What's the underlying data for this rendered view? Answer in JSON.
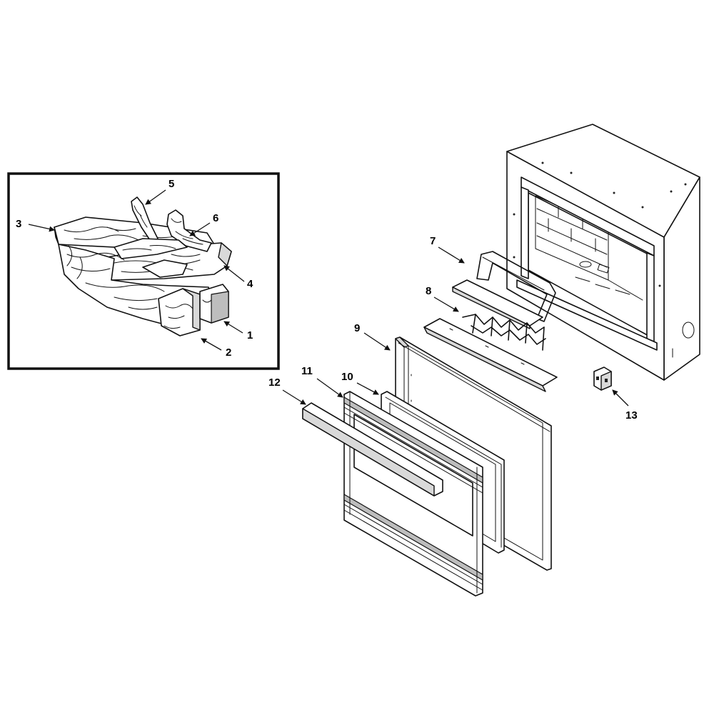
{
  "diagram": {
    "callouts": [
      {
        "id": "1",
        "label": "1"
      },
      {
        "id": "2",
        "label": "2"
      },
      {
        "id": "3",
        "label": "3"
      },
      {
        "id": "4",
        "label": "4"
      },
      {
        "id": "5",
        "label": "5"
      },
      {
        "id": "6",
        "label": "6"
      },
      {
        "id": "7",
        "label": "7"
      },
      {
        "id": "8",
        "label": "8"
      },
      {
        "id": "9",
        "label": "9"
      },
      {
        "id": "10",
        "label": "10"
      },
      {
        "id": "11",
        "label": "11"
      },
      {
        "id": "12",
        "label": "12"
      },
      {
        "id": "13",
        "label": "13"
      }
    ],
    "colors": {
      "line": "#111111",
      "background": "#ffffff",
      "panel_shade": "#d9d9d9"
    }
  }
}
